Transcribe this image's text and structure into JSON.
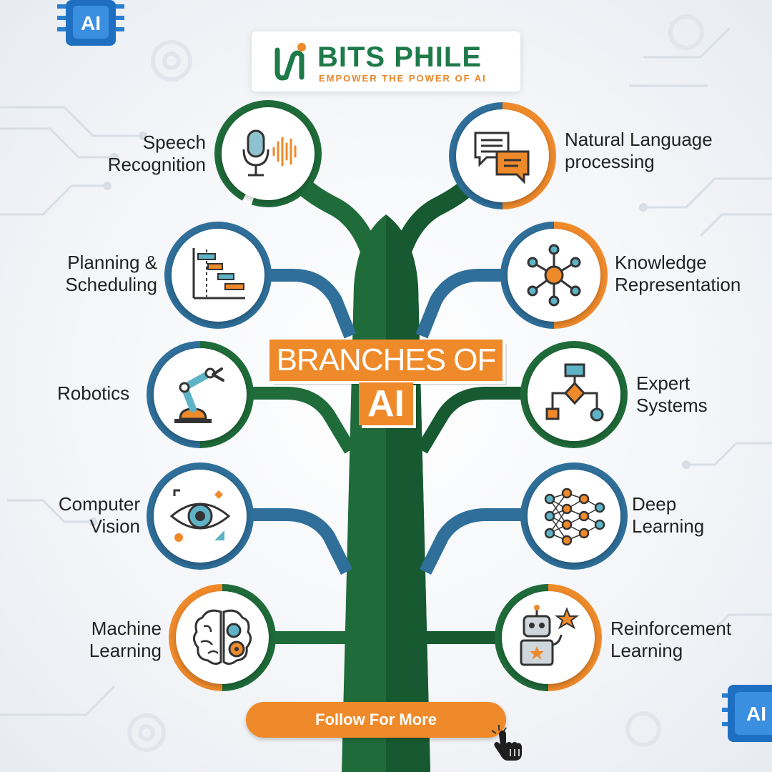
{
  "brand": {
    "name": "BITS PHILE",
    "tagline": "EMPOWER THE POWER OF AI"
  },
  "title": {
    "line1": "BRANCHES OF",
    "line2": "AI"
  },
  "branches": [
    {
      "label": "Speech Recognition",
      "icon": "microphone-icon"
    },
    {
      "label": "Natural Language processing",
      "icon": "chat-bubbles-icon"
    },
    {
      "label": "Planning & Scheduling",
      "icon": "gantt-chart-icon"
    },
    {
      "label": "Knowledge Representation",
      "icon": "network-graph-icon"
    },
    {
      "label": "Robotics",
      "icon": "robot-arm-icon"
    },
    {
      "label": "Expert Systems",
      "icon": "flowchart-icon"
    },
    {
      "label": "Computer Vision",
      "icon": "eye-icon"
    },
    {
      "label": "Deep Learning",
      "icon": "neural-network-icon"
    },
    {
      "label": "Machine Learning",
      "icon": "brain-gear-icon"
    },
    {
      "label": "Reinforcement Learning",
      "icon": "robot-star-icon"
    }
  ],
  "cta": {
    "label": "Follow For More",
    "icon": "pointer-hand-icon"
  },
  "decor": {
    "chip_text": "AI",
    "chip_icon": "ai-chip-icon"
  },
  "colors": {
    "green": "#1f6b3a",
    "orange": "#ef8a2b",
    "blue": "#2f6f9a",
    "dark_green": "#175a31"
  }
}
